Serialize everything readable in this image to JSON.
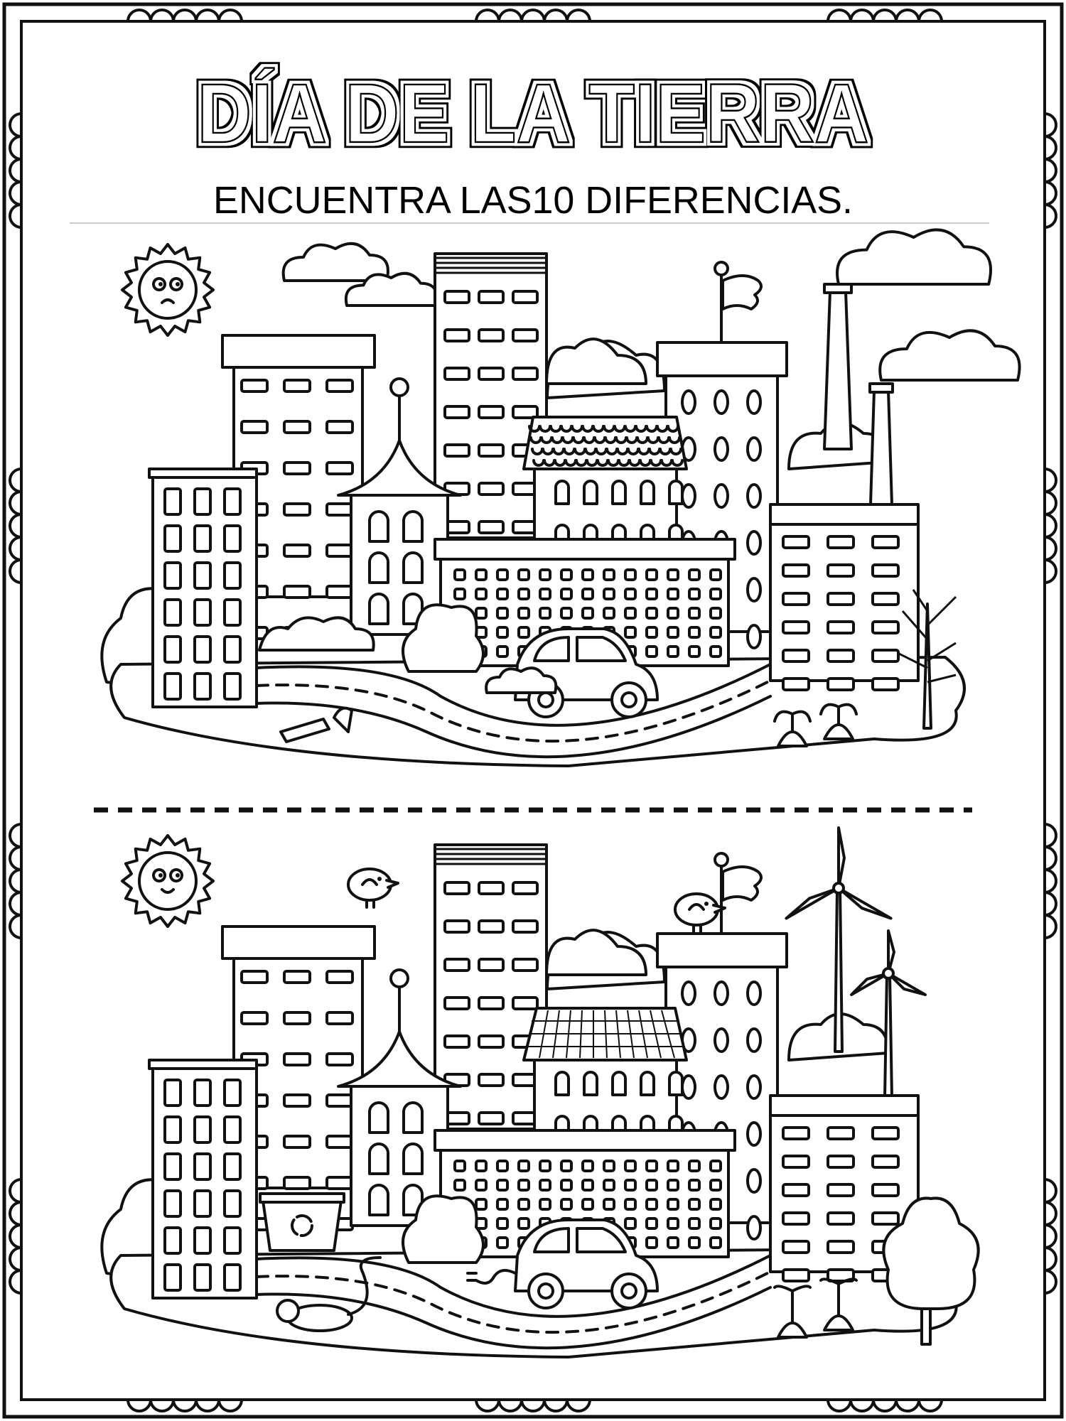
{
  "worksheet": {
    "title": "DÍA DE LA TIERRA",
    "subtitle": "ENCUENTRA LAS10 DIFERENCIAS."
  },
  "scenes": [
    {
      "name": "polluted-city",
      "sun_mood": "sad",
      "energy": "factory-chimneys",
      "roof": "tiles",
      "tree": "bare",
      "car": "exhaust"
    },
    {
      "name": "green-city",
      "sun_mood": "happy",
      "energy": "wind-turbines",
      "roof": "solar-panels",
      "tree": "leafy",
      "car": "electric"
    }
  ],
  "colors": {
    "ink": "#111111",
    "paper": "#ffffff",
    "rule": "#cccccc"
  }
}
